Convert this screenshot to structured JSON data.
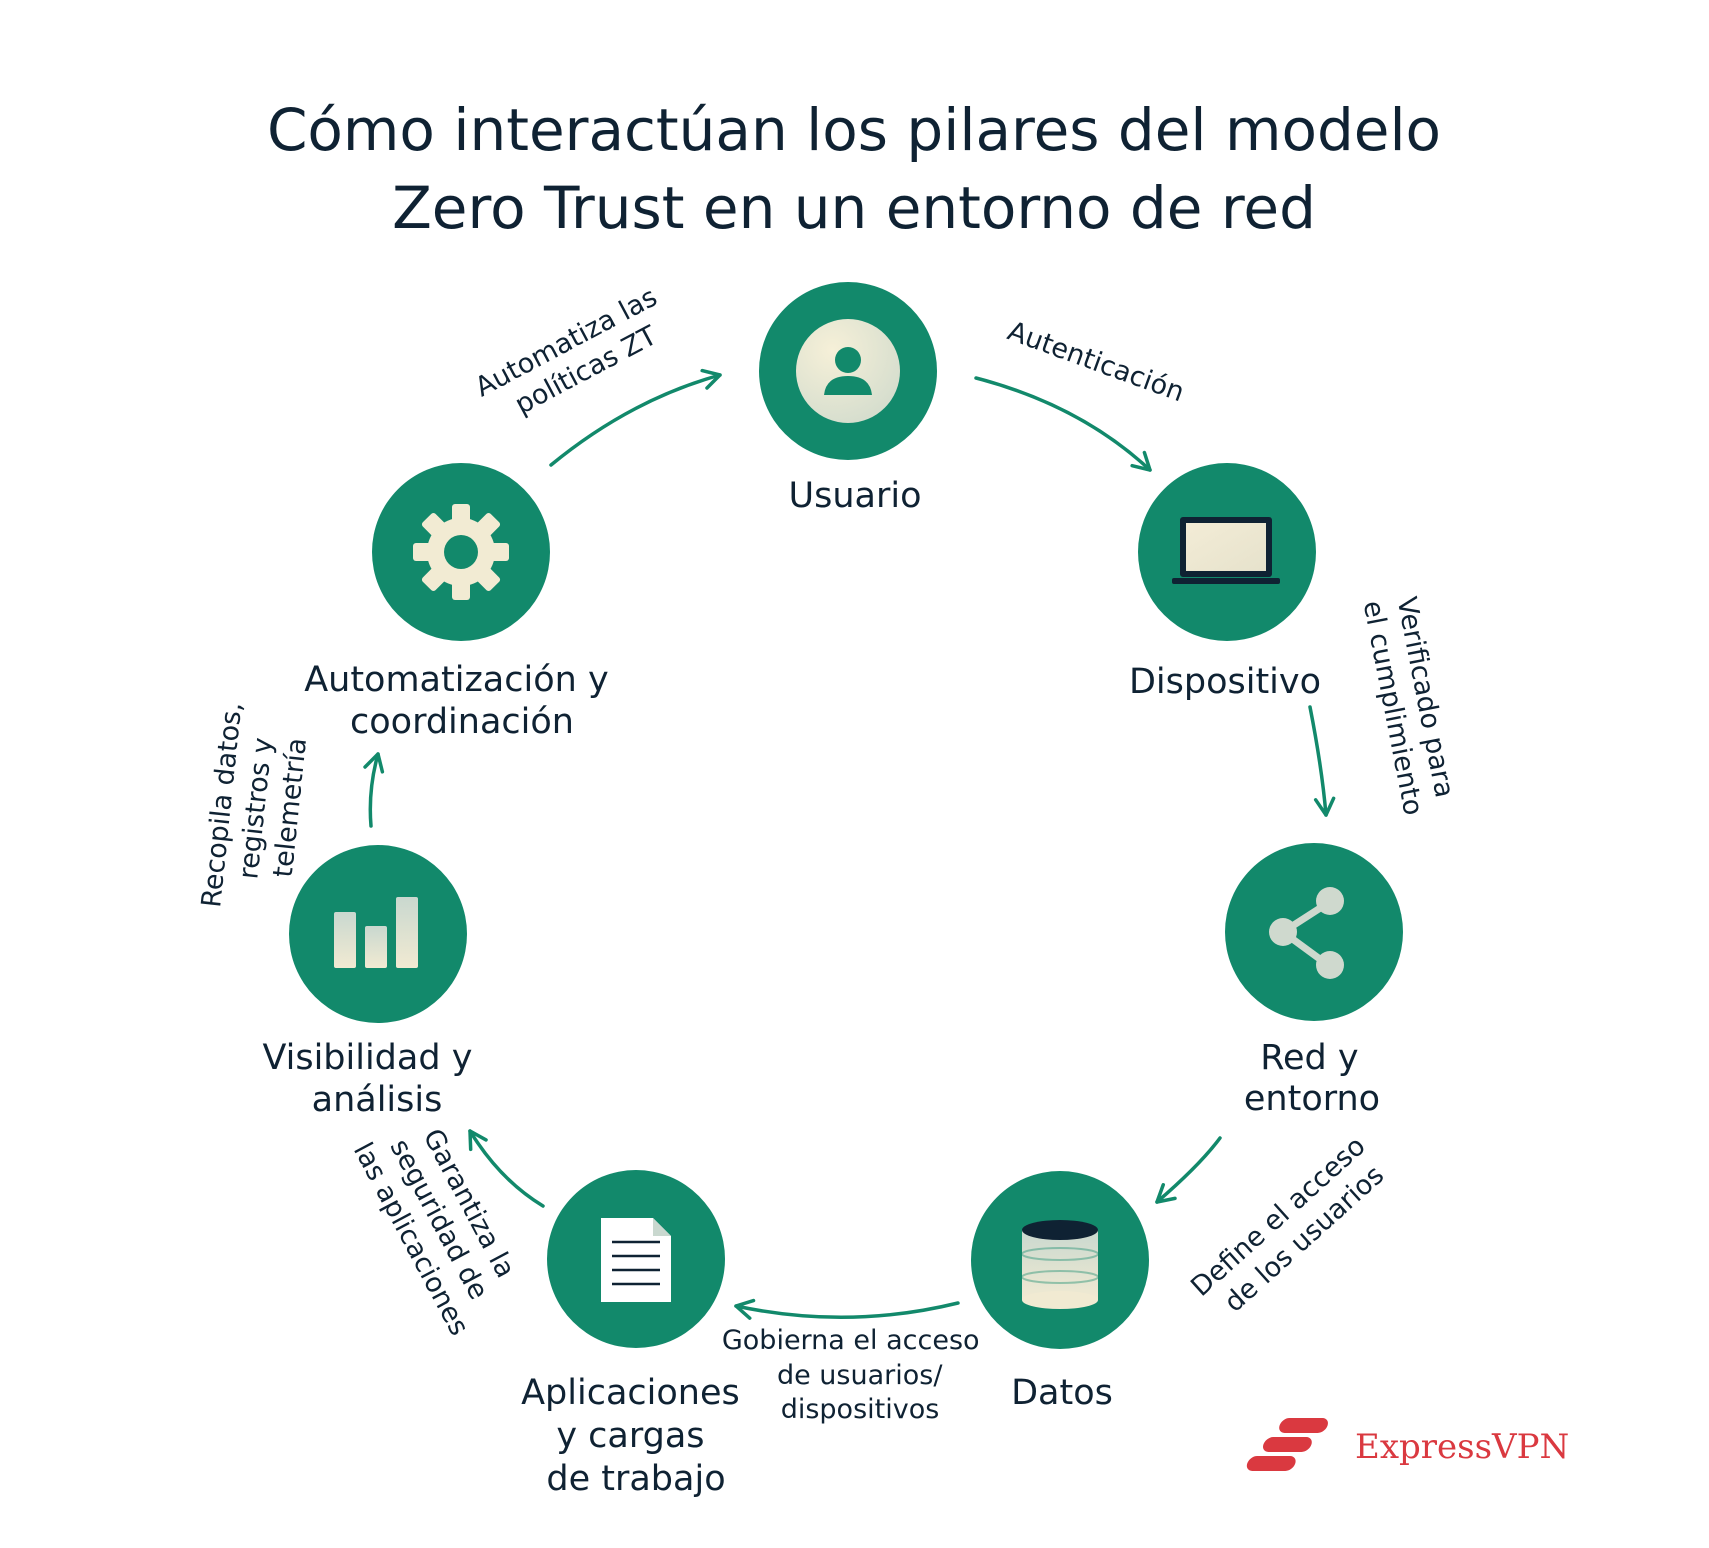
{
  "title": {
    "line1": "Cómo interactúan los pilares del modelo",
    "line2": "Zero Trust en un entorno de red"
  },
  "colors": {
    "node_fill": "#12896b",
    "arrow": "#12896b",
    "icon_light": "#f2ebd3",
    "text": "#0f2233",
    "brand": "#da3940"
  },
  "nodes": [
    {
      "id": "usuario",
      "icon": "user-icon",
      "label": [
        "Usuario"
      ]
    },
    {
      "id": "dispositivo",
      "icon": "laptop-icon",
      "label": [
        "Dispositivo"
      ]
    },
    {
      "id": "red",
      "icon": "share-network-icon",
      "label": [
        "Red y",
        "entorno"
      ]
    },
    {
      "id": "datos",
      "icon": "database-icon",
      "label": [
        "Datos"
      ]
    },
    {
      "id": "aplicaciones",
      "icon": "document-icon",
      "label": [
        "Aplicaciones",
        "y cargas",
        "de trabajo"
      ]
    },
    {
      "id": "visibilidad",
      "icon": "bar-chart-icon",
      "label": [
        "Visibilidad y",
        "análisis"
      ]
    },
    {
      "id": "automatizacion",
      "icon": "gear-icon",
      "label": [
        "Automatización y",
        "coordinación"
      ]
    }
  ],
  "edges": [
    {
      "from": "usuario",
      "to": "dispositivo",
      "label": [
        "Autenticación"
      ]
    },
    {
      "from": "dispositivo",
      "to": "red",
      "label": [
        "Verificado para",
        "el cumplimiento"
      ]
    },
    {
      "from": "red",
      "to": "datos",
      "label": [
        "Define el acceso",
        "de los usuarios"
      ]
    },
    {
      "from": "datos",
      "to": "aplicaciones",
      "label": [
        "Gobierna el acceso",
        "de usuarios/",
        "dispositivos"
      ]
    },
    {
      "from": "aplicaciones",
      "to": "visibilidad",
      "label": [
        "Garantiza la",
        "seguridad de",
        "las aplicaciones"
      ]
    },
    {
      "from": "visibilidad",
      "to": "automatizacion",
      "label": [
        "Recopila datos,",
        "registros y",
        "telemetría"
      ]
    },
    {
      "from": "automatizacion",
      "to": "usuario",
      "label": [
        "Automatiza las",
        "políticas ZT"
      ]
    }
  ],
  "brand": {
    "name": "ExpressVPN",
    "icon": "expressvpn-logo-icon"
  }
}
